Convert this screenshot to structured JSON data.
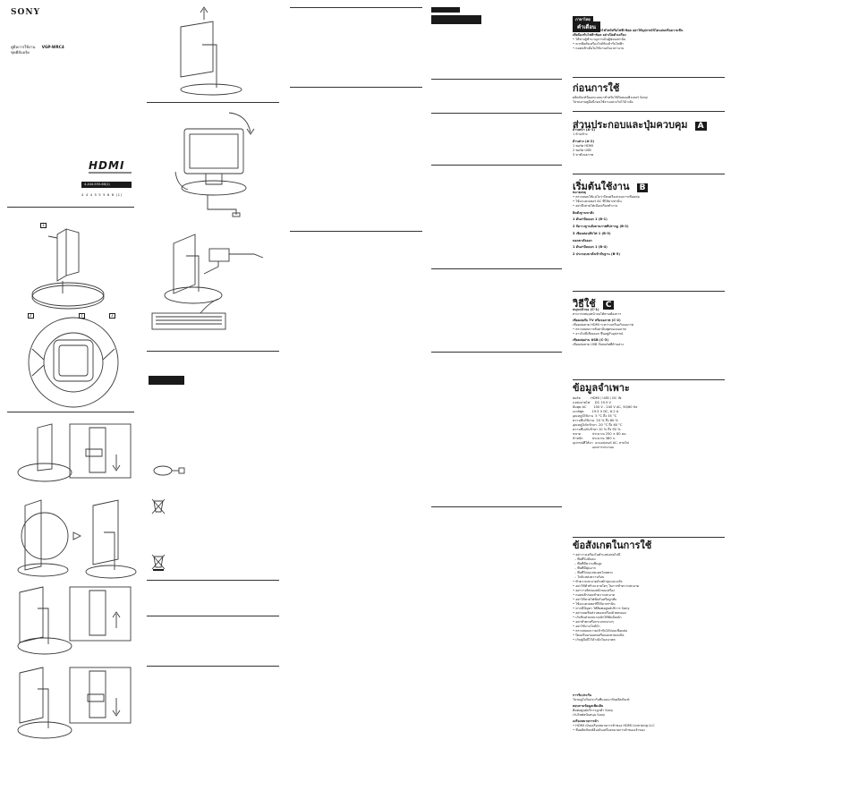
{
  "cover": {
    "brand": "SONY",
    "title_line1": "คู่มือการใช้งาน",
    "title_line2": "ชุดคีย์บอร์ด",
    "title_model": "VGP-WRC4",
    "hdmi_logo": "HDMI",
    "code_bar": "4-444-555-66(1)",
    "code_text": "4 4 4 5 5 5 6 6 (1)"
  },
  "callouts": {
    "c1": "1",
    "c2": "2",
    "c3": "3"
  },
  "sections": {
    "thai_tab": "ภาษาไทย",
    "warning": "คำเตือน",
    "before_use": "ก่อนการใช้",
    "parts": "ส่วนประกอบและปุ่มควบคุม",
    "parts_letter": "A",
    "getting_started": "เริ่มต้นใช้งาน",
    "getting_started_letter": "B",
    "how_to_use": "วิธีใช้",
    "how_to_use_letter": "C",
    "specs": "ข้อมูลจำเพาะ",
    "precautions": "ข้อสังเกตในการใช้"
  },
  "parts_items": [
    "ด้านหน้า (A-1)",
    "1  ด้านข้าง",
    "ด้านล่าง (A-2)",
    "1  พอร์ต HDMI",
    "2  พอร์ต USB",
    "3  ขาตั้งจอภาพ"
  ],
  "steps": [
    "1  ดันฝาปิดออก 1 (B-1)",
    "2  จัดวางฐานตั้งตามภาพที่ปรากฏ (B-2)",
    "3  เชื่อมต่อปลั๊กไฟ 1 (B-3)",
    "1  ดันฝาปิดออก 1 (B-4)",
    "2  ประกอบขาตั้งเข้ากับฐาน (B-5)"
  ],
  "notes_label": "หมายเหตุ"
}
